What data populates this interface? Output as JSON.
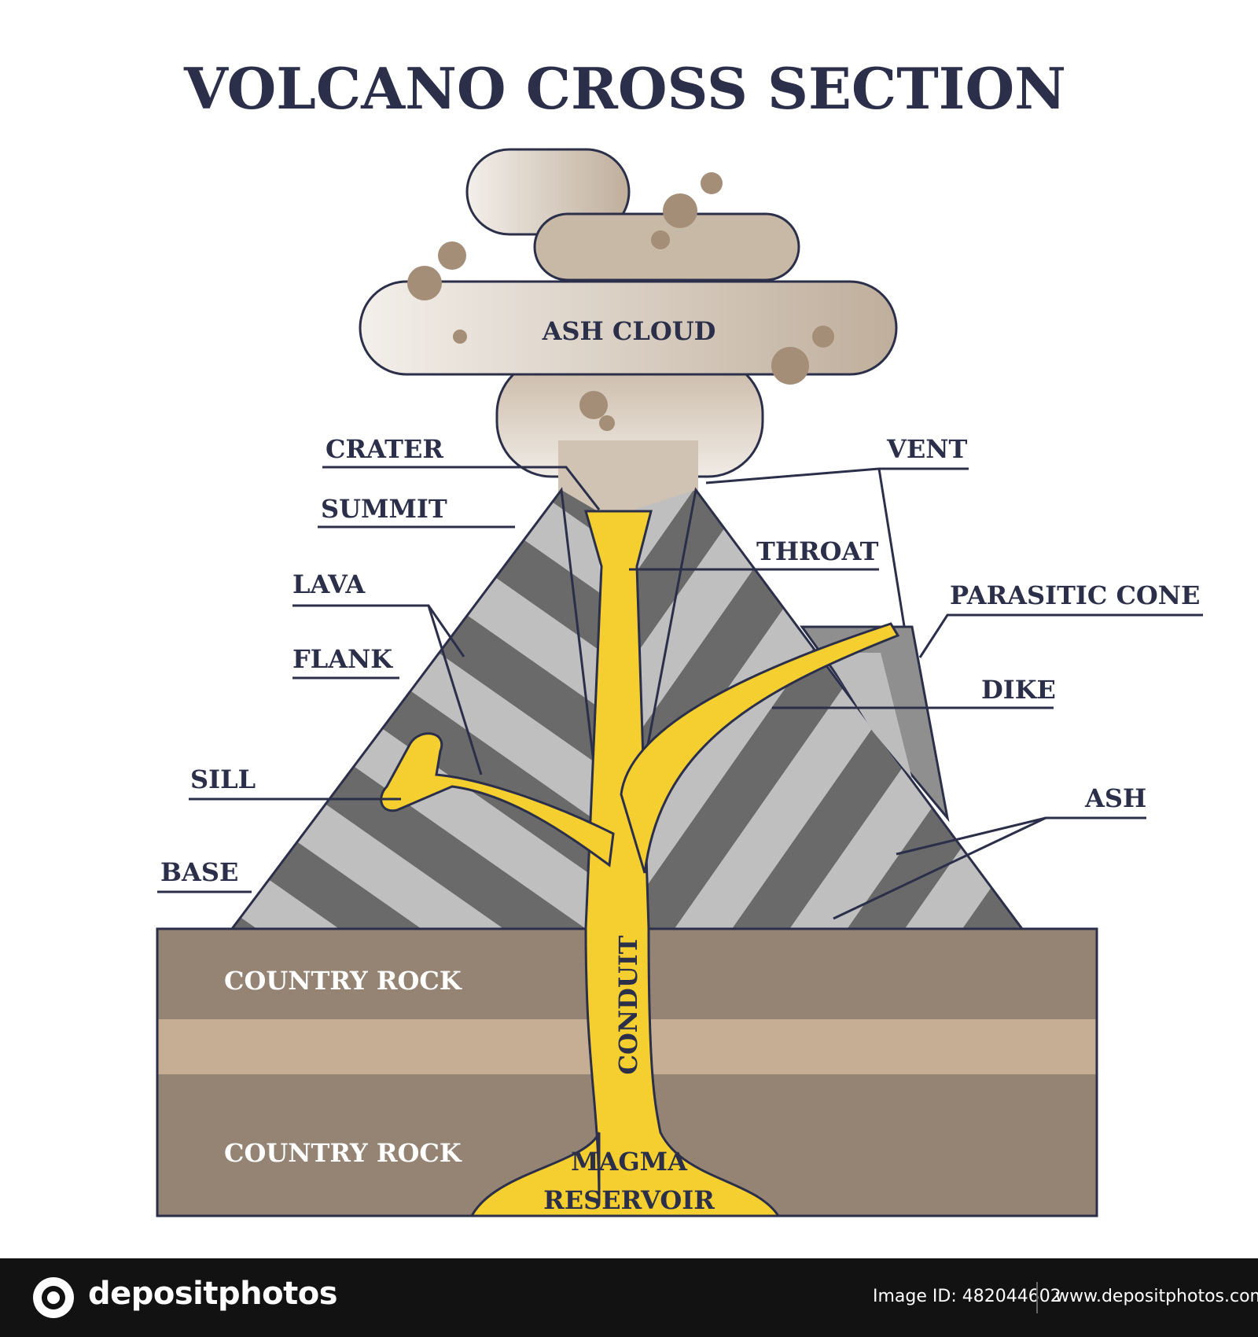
{
  "title": "VOLCANO CROSS SECTION",
  "labels": {
    "ash_cloud": "ASH CLOUD",
    "crater": "CRATER",
    "summit": "SUMMIT",
    "lava": "LAVA",
    "flank": "FLANK",
    "sill": "SILL",
    "base": "BASE",
    "vent": "VENT",
    "throat": "THROAT",
    "parasitic_cone": "PARASITIC CONE",
    "dike": "DIKE",
    "ash": "ASH",
    "country_rock_upper": "COUNTRY ROCK",
    "country_rock_lower": "COUNTRY ROCK",
    "conduit": "CONDUIT",
    "magma_line1": "MAGMA",
    "magma_line2": "RESERVOIR"
  },
  "colors": {
    "magma": "#f5cf2f",
    "rock_dark": "#958474",
    "rock_light": "#c6ae95",
    "layer_dark": "#6a6a6a",
    "layer_light": "#bfbfbf",
    "ash_cloud": "#d9cdbf",
    "outline": "#2b2f4a"
  },
  "footer": {
    "brand": "depositphotos",
    "image_id": "Image ID: 482044602",
    "site": "www.depositphotos.com"
  }
}
